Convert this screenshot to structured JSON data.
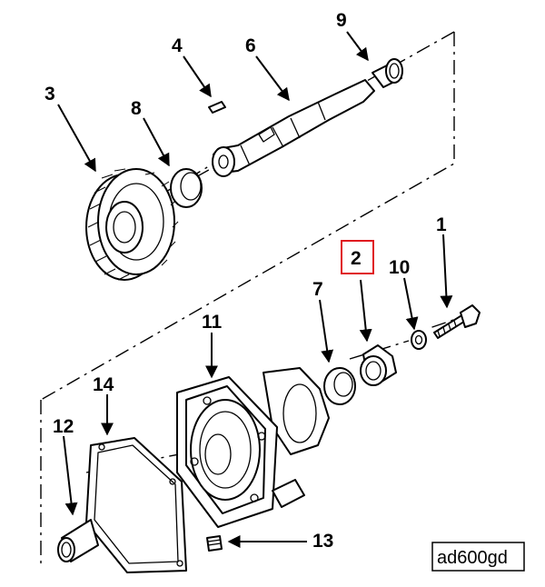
{
  "callouts": {
    "c1": "1",
    "c2": "2",
    "c3": "3",
    "c4": "4",
    "c6": "6",
    "c7": "7",
    "c8": "8",
    "c9": "9",
    "c10": "10",
    "c11": "11",
    "c12": "12",
    "c13": "13",
    "c14": "14"
  },
  "highlighted_callout": "2",
  "highlight_color": "#e0191f",
  "reference_code": "ad600gd"
}
